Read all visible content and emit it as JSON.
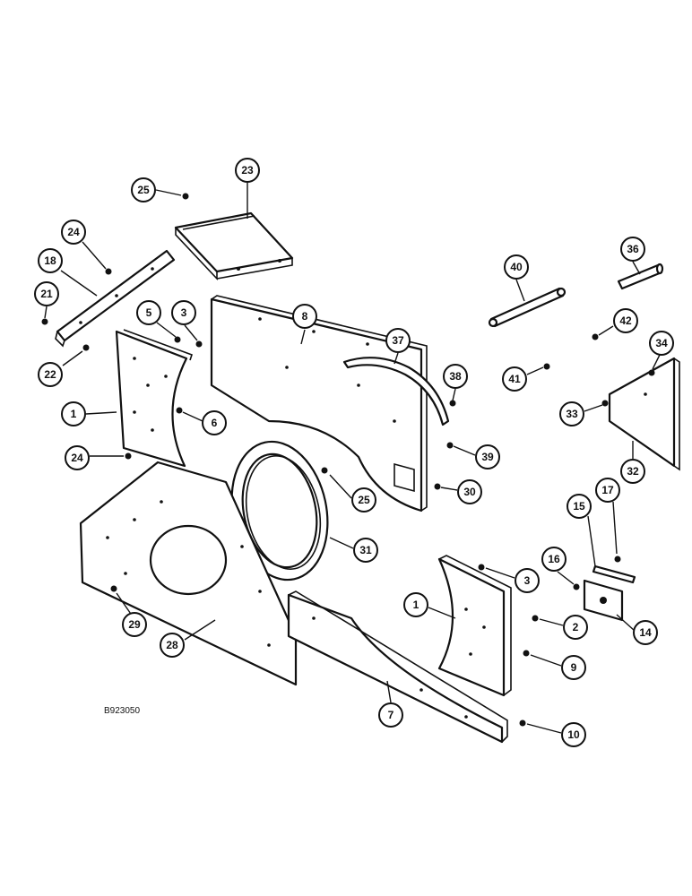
{
  "drawing_number": "B923050",
  "callouts": [
    {
      "id": "c23",
      "label": "23"
    },
    {
      "id": "c25a",
      "label": "25"
    },
    {
      "id": "c24a",
      "label": "24"
    },
    {
      "id": "c18",
      "label": "18"
    },
    {
      "id": "c21",
      "label": "21"
    },
    {
      "id": "c22",
      "label": "22"
    },
    {
      "id": "c5",
      "label": "5"
    },
    {
      "id": "c3a",
      "label": "3"
    },
    {
      "id": "c8",
      "label": "8"
    },
    {
      "id": "c40",
      "label": "40"
    },
    {
      "id": "c36",
      "label": "36"
    },
    {
      "id": "c42",
      "label": "42"
    },
    {
      "id": "c37",
      "label": "37"
    },
    {
      "id": "c38",
      "label": "38"
    },
    {
      "id": "c41",
      "label": "41"
    },
    {
      "id": "c34",
      "label": "34"
    },
    {
      "id": "c1a",
      "label": "1"
    },
    {
      "id": "c6",
      "label": "6"
    },
    {
      "id": "c33",
      "label": "33"
    },
    {
      "id": "c39",
      "label": "39"
    },
    {
      "id": "c32",
      "label": "32"
    },
    {
      "id": "c24b",
      "label": "24"
    },
    {
      "id": "c25b",
      "label": "25"
    },
    {
      "id": "c30",
      "label": "30"
    },
    {
      "id": "c15",
      "label": "15"
    },
    {
      "id": "c17",
      "label": "17"
    },
    {
      "id": "c31",
      "label": "31"
    },
    {
      "id": "c3b",
      "label": "3"
    },
    {
      "id": "c16",
      "label": "16"
    },
    {
      "id": "c1b",
      "label": "1"
    },
    {
      "id": "c29",
      "label": "29"
    },
    {
      "id": "c2",
      "label": "2"
    },
    {
      "id": "c14",
      "label": "14"
    },
    {
      "id": "c28",
      "label": "28"
    },
    {
      "id": "c9",
      "label": "9"
    },
    {
      "id": "c7",
      "label": "7"
    },
    {
      "id": "c10",
      "label": "10"
    }
  ]
}
